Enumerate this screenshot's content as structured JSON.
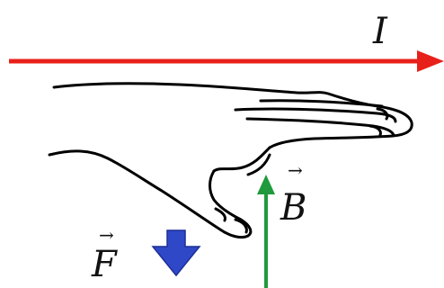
{
  "labels": {
    "current": "I",
    "magnetic_field": "B",
    "force": "F"
  },
  "colors": {
    "current_arrow": "#e8201a",
    "field_arrow": "#1f9a3c",
    "force_arrow": "#2f48c8",
    "hand_outline": "#000000"
  },
  "icons": {
    "hand": "open-right-hand-icon",
    "force": "down-arrow-icon"
  }
}
